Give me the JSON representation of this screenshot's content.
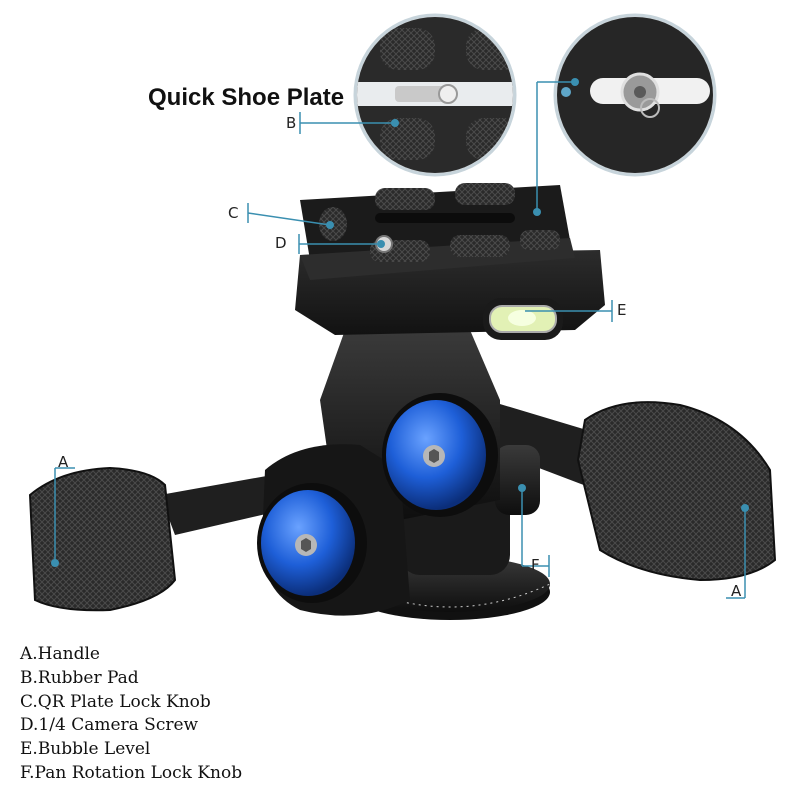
{
  "figure": {
    "title": "Quick Shoe Plate",
    "callouts": {
      "a_left": "A",
      "a_right": "A",
      "b": "B",
      "c": "C",
      "d": "D",
      "e": "E",
      "f": "F"
    },
    "legend": [
      "A.Handle",
      "B.Rubber Pad",
      "C.QR Plate Lock Knob",
      "D.1/4 Camera Screw",
      "E.Bubble Level",
      "F.Pan Rotation Lock Knob"
    ],
    "colors": {
      "accent_line": "#3a8fb0",
      "knob_blue": "#1e5fd8",
      "body_black": "#151515",
      "handle_grey": "#2c2c2c"
    }
  }
}
